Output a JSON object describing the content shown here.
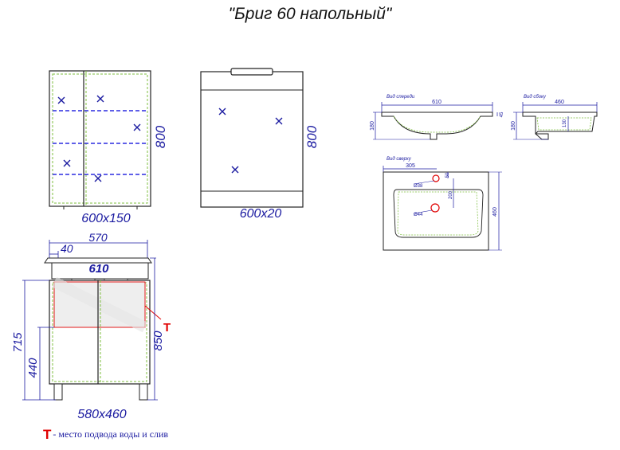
{
  "title": "\"Бриг 60 напольный\"",
  "cabinet_front": {
    "width_depth_label": "600x150",
    "height_label": "800"
  },
  "mirror": {
    "size_label": "600x20",
    "height_label": "800"
  },
  "basin_front": {
    "caption": "Вид спереди",
    "width": "610",
    "height": "180",
    "small": "45"
  },
  "basin_side": {
    "caption": "Вид сбоку",
    "width": "460",
    "height": "180",
    "inner": "130"
  },
  "basin_top": {
    "caption": "Вид сверху",
    "offset": "305",
    "small": "50",
    "tap_hole": "Ø38",
    "drain_hole": "Ø44",
    "drain_distance": "200",
    "depth": "460"
  },
  "vanity": {
    "top_width": "570",
    "inset": "40",
    "basin_width": "610",
    "marker": "T",
    "height_total": "715",
    "height_door": "440",
    "height_floor": "850",
    "footprint": "580x460"
  },
  "legend": {
    "marker": "T",
    "text": "- место подвода воды и слив"
  },
  "colors": {
    "dimension": "#1a1aa0",
    "outline_green": "#7fbf3f",
    "marker_red": "#e00000",
    "hidden_line": "#2a2ae0"
  }
}
